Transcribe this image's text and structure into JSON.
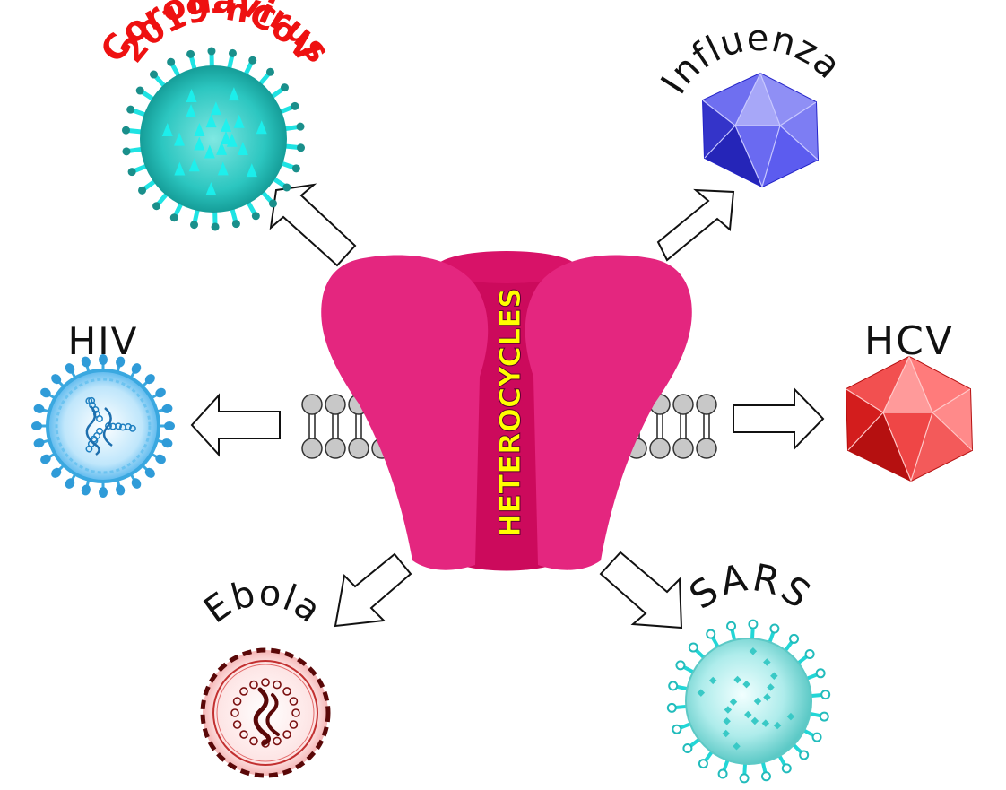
{
  "center": {
    "label": "HETEROCYCLES"
  },
  "viruses": {
    "coronavirus": {
      "line1": "Coronavirus",
      "line2": "2019-nCoV"
    },
    "influenza": {
      "label": "Influenza"
    },
    "hiv": {
      "label": "HIV"
    },
    "hcv": {
      "label": "HCV"
    },
    "ebola": {
      "label": "Ebola"
    },
    "sars": {
      "label": "SARS"
    }
  },
  "colors": {
    "protein": "#e4267f",
    "protein_core": "#cc0a5c",
    "heterocycles_text": "#ffff00",
    "coronavirus_label": "#ee1111",
    "coronavirus_body": "#2cc6c0",
    "influenza": "#3a3adf",
    "hcv": "#e31b1b",
    "hiv": "#3aa8e0",
    "ebola": "#7a1010",
    "sars": "#7ddcda"
  }
}
